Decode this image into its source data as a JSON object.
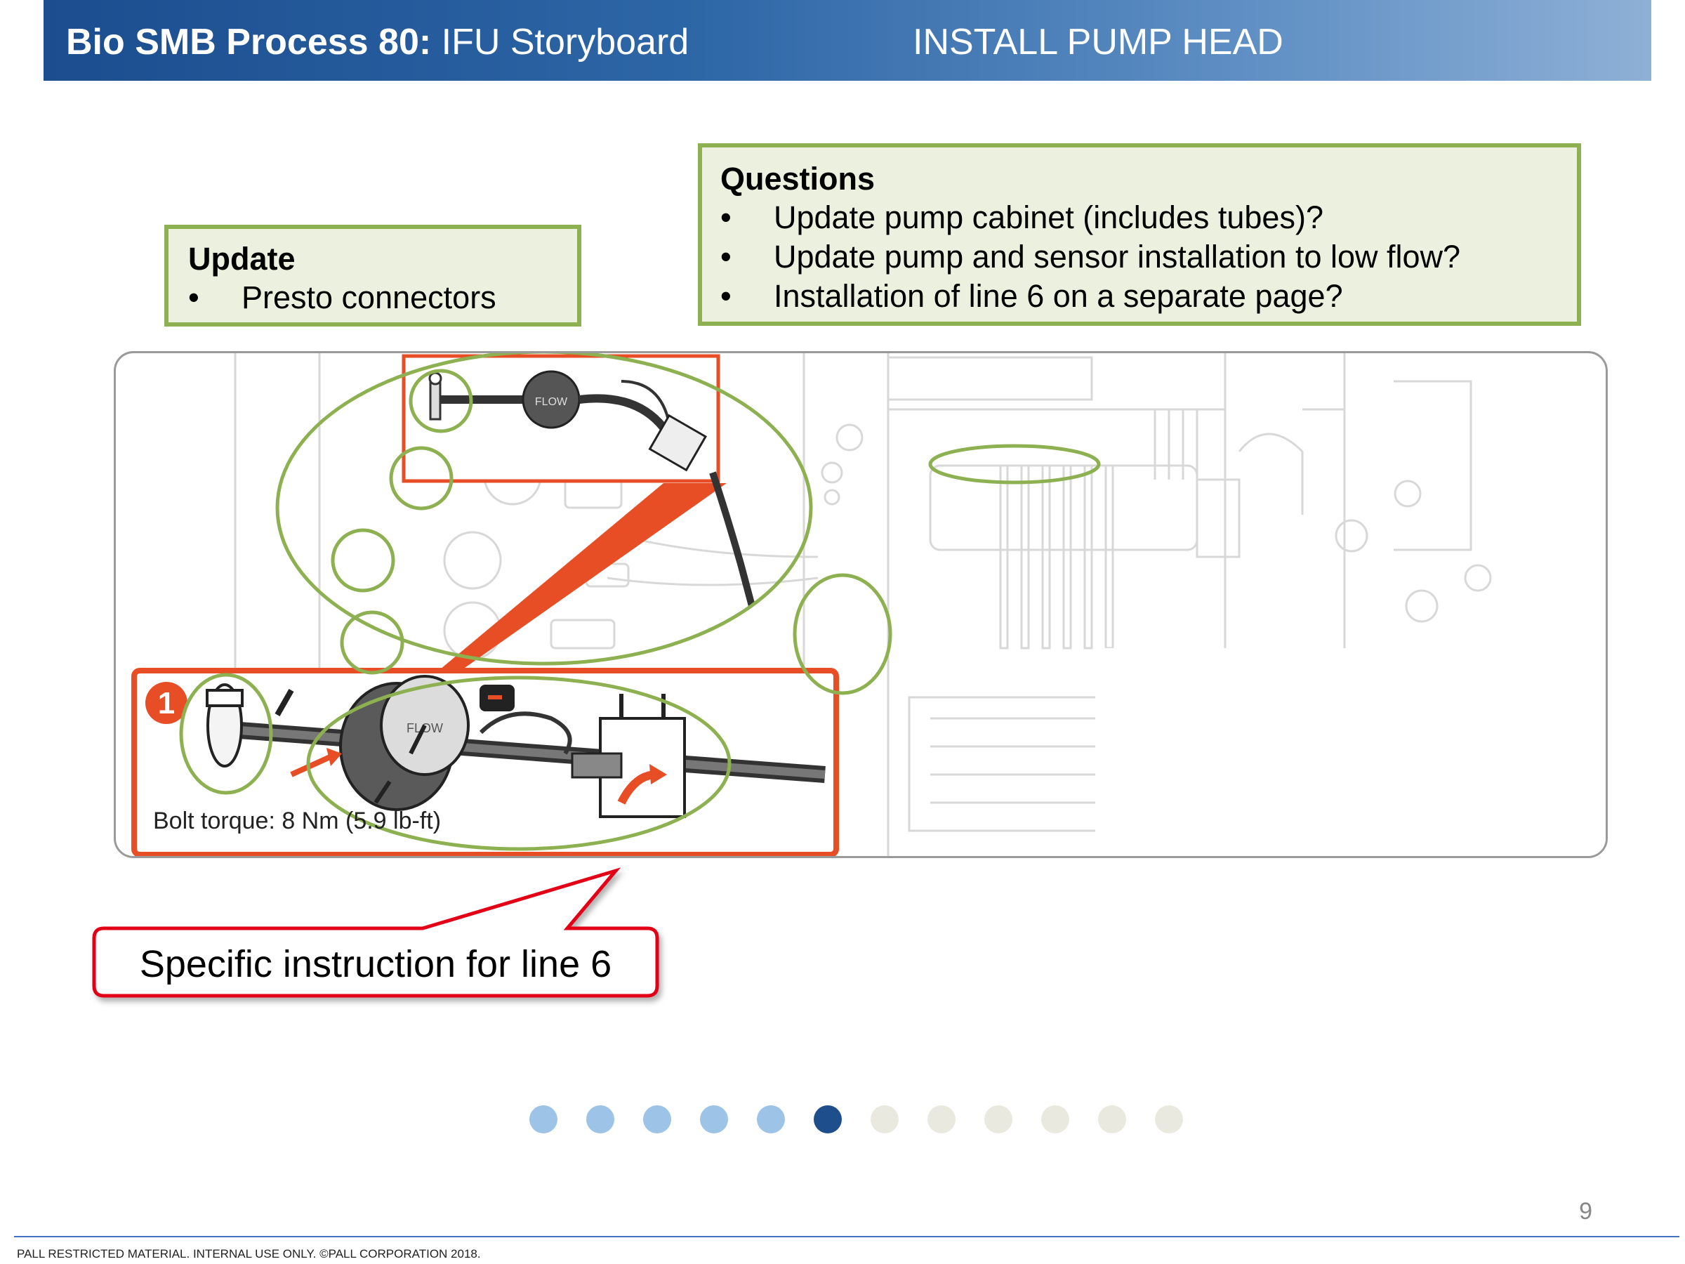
{
  "header": {
    "title_bold": "Bio SMB Process 80:",
    "title_rest": " IFU Storyboard",
    "section": "INSTALL PUMP HEAD"
  },
  "update_box": {
    "heading": "Update",
    "bullet": "•",
    "items": [
      "Presto connectors"
    ]
  },
  "questions_box": {
    "heading": "Questions",
    "bullet": "•",
    "items": [
      "Update pump cabinet (includes tubes)?",
      "Update pump and sensor installation to low flow?",
      "Installation of line 6 on a separate page?"
    ]
  },
  "figure": {
    "step_number": "1",
    "torque_label": "Bolt torque: 8 Nm (5.9 lb-ft)",
    "brand_mark": "FLOW"
  },
  "callout": {
    "text": "Specific instruction for line 6"
  },
  "pagination": {
    "total": 12,
    "current": 6,
    "colors": {
      "past": "#9dc3e6",
      "current": "#1f4e8c",
      "future": "#eae9e0"
    }
  },
  "page_number": "9",
  "footer": "PALL RESTRICTED MATERIAL. INTERNAL USE ONLY. ©PALL CORPORATION 2018.",
  "colors": {
    "accent_green": "#8db050",
    "note_fill": "#ebf1de",
    "highlight_red": "#e84e26",
    "callout_red": "#e30613"
  }
}
